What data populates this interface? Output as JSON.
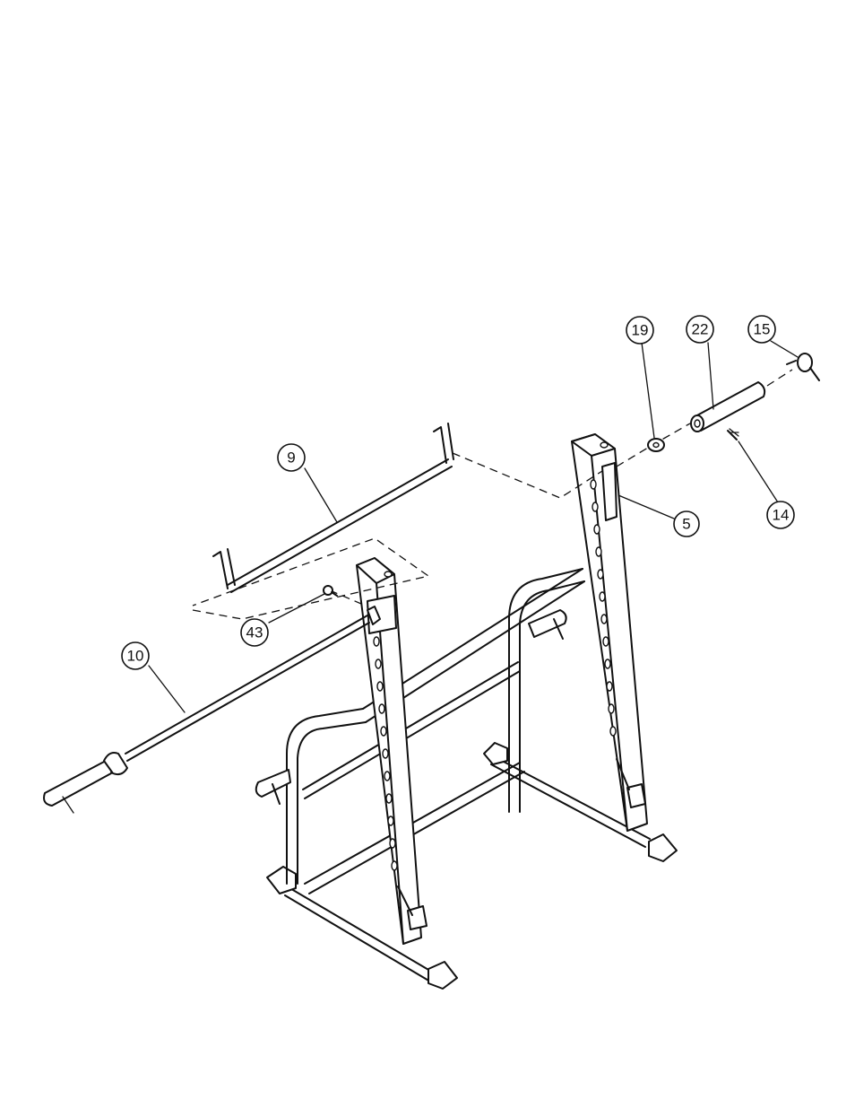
{
  "callouts": [
    {
      "id": "19",
      "label": "19"
    },
    {
      "id": "22",
      "label": "22"
    },
    {
      "id": "15",
      "label": "15"
    },
    {
      "id": "9",
      "label": "9"
    },
    {
      "id": "5",
      "label": "5"
    },
    {
      "id": "14",
      "label": "14"
    },
    {
      "id": "43",
      "label": "43"
    },
    {
      "id": "10",
      "label": "10"
    }
  ]
}
